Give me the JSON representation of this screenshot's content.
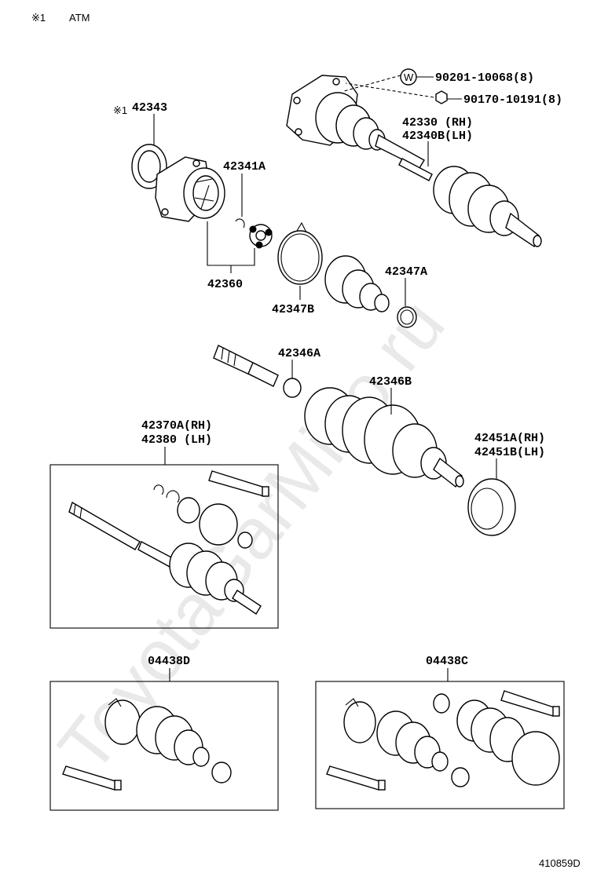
{
  "header": {
    "mark": "※1",
    "note": "ATM"
  },
  "watermark": "ToyotaGarMino.ru",
  "fasteners": {
    "w_mark": "W",
    "bolt": "90201-10068(8)",
    "nut": "90170-10191(8)"
  },
  "parts": {
    "p42343_mark": "※1",
    "p42343": "42343",
    "p42341A": "42341A",
    "p42360": "42360",
    "p42330": "42330 (RH)",
    "p42340B": "42340B(LH)",
    "p42347A": "42347A",
    "p42347B": "42347B",
    "p42346A": "42346A",
    "p42346B": "42346B",
    "p42370A": "42370A(RH)",
    "p42380": "42380  (LH)",
    "p42451A": "42451A(RH)",
    "p42451B": "42451B(LH)",
    "p04438D": "04438D",
    "p04438C": "04438C"
  },
  "footer": {
    "code": "410859D"
  }
}
